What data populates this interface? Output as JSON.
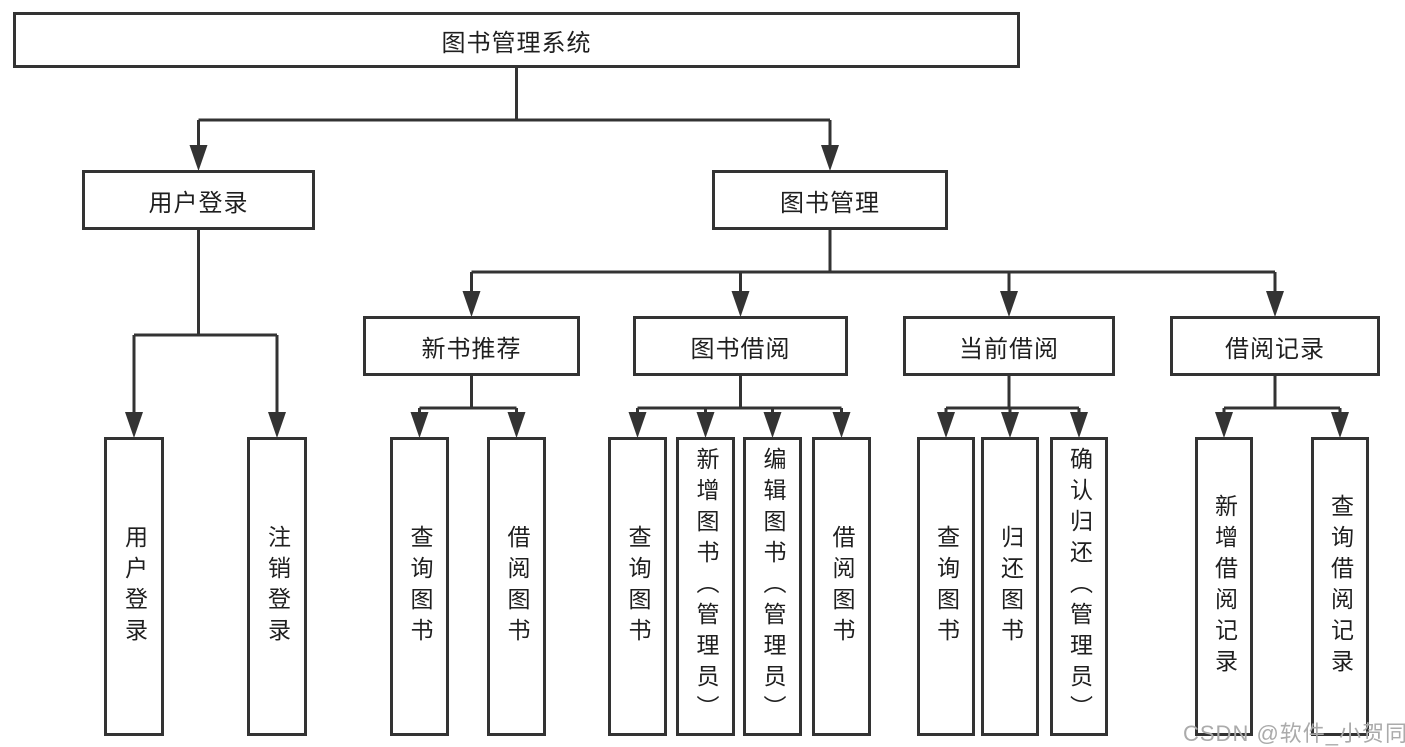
{
  "nodes": {
    "root": "图书管理系统",
    "l2": [
      "用户登录",
      "图书管理"
    ],
    "l3": [
      "新书推荐",
      "图书借阅",
      "当前借阅",
      "借阅记录"
    ],
    "leaves_login": [
      "用户登录",
      "注销登录"
    ],
    "leaves_recommend": [
      "查询图书",
      "借阅图书"
    ],
    "leaves_borrow": [
      "查询图书",
      "新增图书（管理员）",
      "编辑图书（管理员）",
      "借阅图书"
    ],
    "leaves_current": [
      "查询图书",
      "归还图书",
      "确认归还（管理员）"
    ],
    "leaves_records": [
      "新增借阅记录",
      "查询借阅记录"
    ]
  },
  "watermark": "CSDN @软件_小贺同学",
  "colors": {
    "line": "#333333",
    "box_border": "#333333",
    "text": "#1f1f1f",
    "watermark": "#ababab",
    "background": "#ffffff"
  }
}
